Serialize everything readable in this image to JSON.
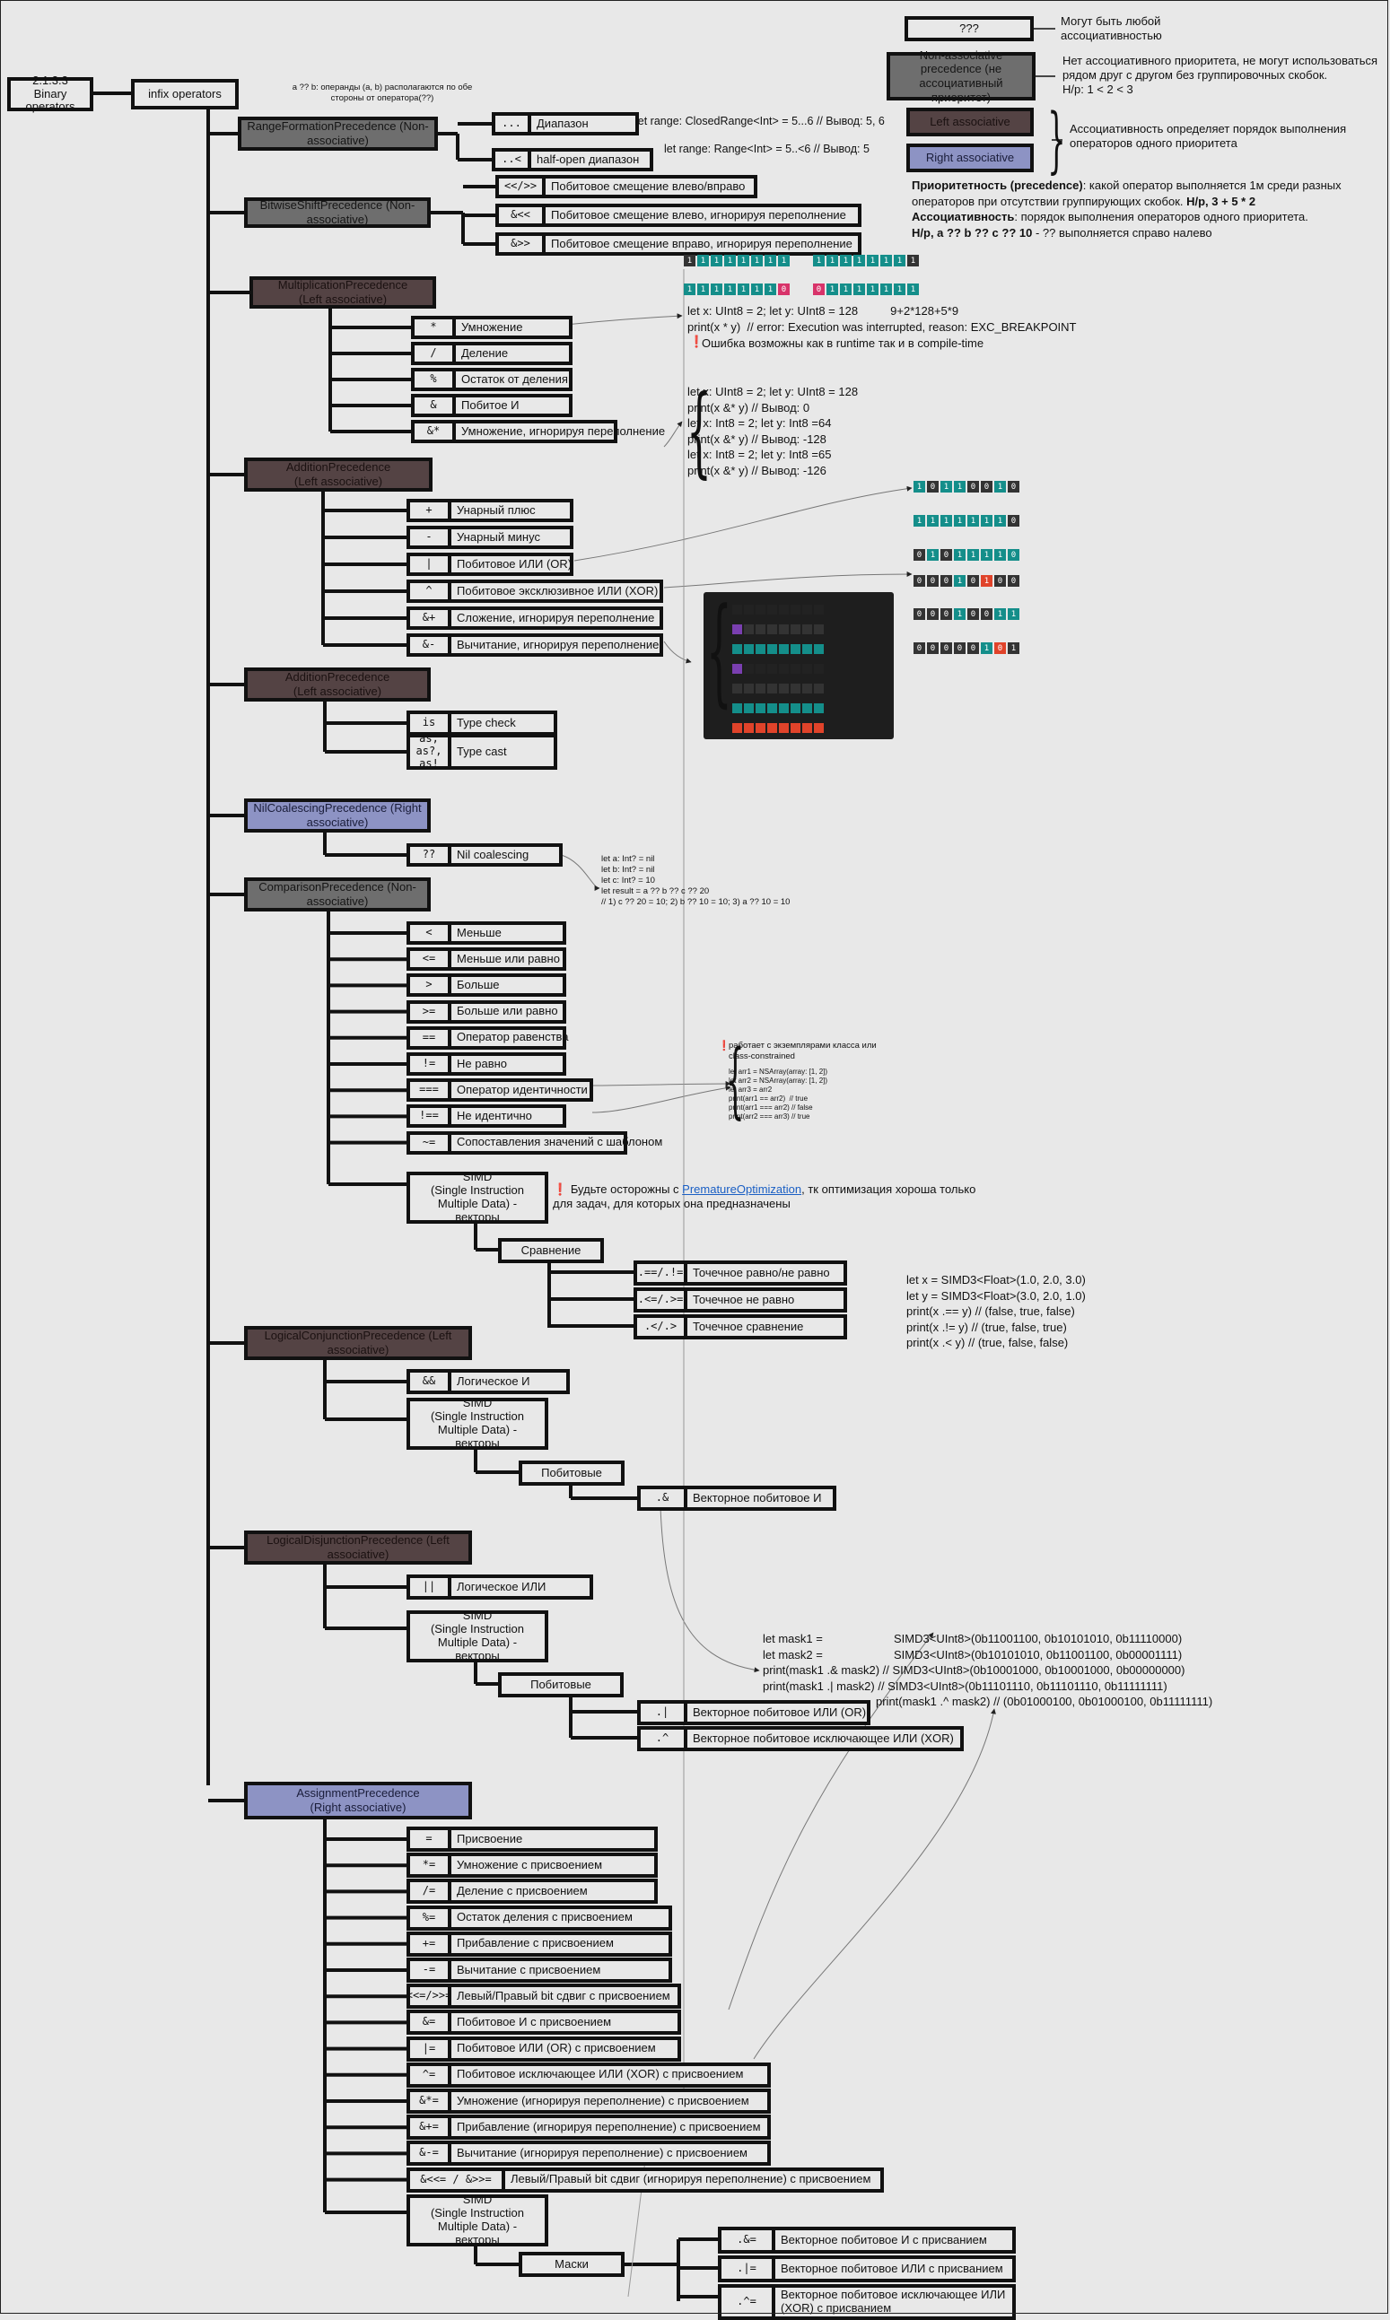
{
  "title": "2.1.3.3 Binary operators",
  "root": "infix operators",
  "root_note": "a ?? b: операнды (a, b) располагаются по обе стороны от оператора(??)",
  "legend": [
    {
      "box": "???",
      "text": "Могут быть любой\nассоциативностью"
    },
    {
      "box": "Non-associative precedence (не ассоциативный приоритет)",
      "text": "Нет ассоциативного приоритета, не могут использоваться\nрядом друг с другом без группировочных скобок.\nН/р: 1 < 2 < 3"
    },
    {
      "box": "Left associative",
      "text": ""
    },
    {
      "box": "Right associative",
      "text": "Ассоциативность определяет порядок выполнения\nоператоров одного приоритета"
    }
  ],
  "precedence_note": {
    "line1_b": "Приоритетность (precedence)",
    "line1": ": какой оператор выполняется 1м среди разных",
    "line2": "операторов при отсутствии группирующих скобок. ",
    "line2_b": "Н/р, 3 + 5 * 2",
    "line3_b": "Ассоциативность",
    "line3": ": порядок выполнения операторов одного приоритета.",
    "line4_b": "Н/р, a ?? b ?? c ?? 10",
    "line4": " - ?? выполняется справо налево"
  },
  "groups": {
    "range": "RangeFormationPrecedence (Non-associative)",
    "shift": "BitwiseShiftPrecedence (Non-associative)",
    "mult": "MultiplicationPrecedence\n(Left associative)",
    "add": "AdditionPrecedence\n(Left associative)",
    "cast": "AdditionPrecedence\n(Left associative)",
    "nil": "NilCoalescingPrecedence (Right associative)",
    "comp": "ComparisonPrecedence (Non-associative)",
    "and": "LogicalConjunctionPrecedence (Left associative)",
    "or": "LogicalDisjunctionPrecedence (Left associative)",
    "assign": "AssignmentPrecedence\n(Right associative)"
  },
  "ops": {
    "range": [
      [
        "...",
        "Диапазон"
      ],
      [
        "..<",
        "half-open диапазон"
      ]
    ],
    "shift": [
      [
        "<</>>",
        "Побитовое смещение влево/вправо"
      ],
      [
        "&<<",
        "Побитовое смещение влево, игнорируя переполнение"
      ],
      [
        "&>>",
        "Побитовое смещение вправо, игнорируя переполнение"
      ]
    ],
    "mult": [
      [
        "*",
        "Умножение"
      ],
      [
        "/",
        "Деление"
      ],
      [
        "%",
        "Остаток от деления"
      ],
      [
        "&",
        "Побитое И"
      ],
      [
        "&*",
        "Умножение, игнорируя переполнение"
      ]
    ],
    "add": [
      [
        "+",
        "Унарный плюс"
      ],
      [
        "-",
        "Унарный минус"
      ],
      [
        "|",
        "Побитовое ИЛИ (OR)"
      ],
      [
        "^",
        "Побитовое эксклюзивное ИЛИ (XOR)"
      ],
      [
        "&+",
        "Сложение, игнорируя переполнение"
      ],
      [
        "&-",
        "Вычитание, игнорируя переполнение"
      ]
    ],
    "cast": [
      [
        "is",
        "Type check"
      ],
      [
        "as, as?, as!",
        "Type cast"
      ]
    ],
    "nil": [
      [
        "??",
        "Nil coalescing"
      ]
    ],
    "comp": [
      [
        "<",
        "Меньше"
      ],
      [
        "<=",
        "Меньше или равно"
      ],
      [
        ">",
        "Больше"
      ],
      [
        ">=",
        "Больше или равно"
      ],
      [
        "==",
        "Оператор равенства"
      ],
      [
        "!=",
        "Не равно"
      ],
      [
        "===",
        "Оператор идентичности"
      ],
      [
        "!==",
        "Не идентично"
      ],
      [
        "~=",
        "Сопоставления значений с шаблоном"
      ]
    ],
    "comp_simd": "SIMD\n(Single Instruction\nMultiple Data) - векторы",
    "comp_simd_sub": "Сравнение",
    "comp_simd_ops": [
      [
        ".==/.!=",
        "Точечное равно/не равно"
      ],
      [
        ".<=/.>=",
        "Точечное не равно"
      ],
      [
        ".</.>",
        "Точечное сравнение"
      ]
    ],
    "and": [
      [
        "&&",
        "Логическое И"
      ]
    ],
    "and_simd": "SIMD\n(Single Instruction\nMultiple Data) - векторы",
    "and_simd_sub": "Побитовые",
    "and_simd_ops": [
      [
        ".&",
        "Векторное побитовое И"
      ]
    ],
    "or": [
      [
        "||",
        "Логическое ИЛИ"
      ]
    ],
    "or_simd": "SIMD\n(Single Instruction\nMultiple Data) - векторы",
    "or_simd_sub": "Побитовые",
    "or_simd_ops": [
      [
        ".|",
        "Векторное побитовое ИЛИ (OR)"
      ],
      [
        ".^",
        "Векторное побитовое исключающее ИЛИ (XOR)"
      ]
    ],
    "assign": [
      [
        "=",
        "Присвоение"
      ],
      [
        "*=",
        "Умножение с присвоением"
      ],
      [
        "/=",
        "Деление с присвоением"
      ],
      [
        "%=",
        "Остаток деления с присвоением"
      ],
      [
        "+=",
        "Прибавление с присвоением"
      ],
      [
        "-=",
        "Вычитание с присвоением"
      ],
      [
        "<<=/>>=",
        "Левый/Правый bit сдвиг с присвоением"
      ],
      [
        "&=",
        "Побитовое И с присвоением"
      ],
      [
        "|=",
        "Побитовое ИЛИ (OR) с присвоением"
      ],
      [
        "^=",
        "Побитовое исключающее ИЛИ (XOR) с присвоением"
      ],
      [
        "&*=",
        "Умножение (игнорируя переполнение) с присвоением"
      ],
      [
        "&+=",
        "Прибавление (игнорируя переполнение) с присвоением"
      ],
      [
        "&-=",
        "Вычитание (игнорируя переполнение) с присвоением"
      ],
      [
        "&<<= / &>>=",
        "Левый/Правый bit сдвиг (игнорируя переполнение) с присвоением"
      ]
    ],
    "assign_simd": "SIMD\n(Single Instruction\nMultiple Data) - векторы",
    "assign_simd_sub": "Маски",
    "assign_simd_ops": [
      [
        ".&=",
        "Векторное побитовое И с присванием"
      ],
      [
        ".|=",
        "Векторное побитовое ИЛИ с присванием"
      ],
      [
        ".^=",
        "Векторное побитовое исключающее ИЛИ (XOR) с присванием"
      ]
    ]
  },
  "notes": {
    "range1": "let range: ClosedRange<Int> = 5...6 // Вывод: 5, 6",
    "range2": "let range: Range<Int> = 5..<6 // Вывод: 5",
    "mult_a": "let x: UInt8 = 2; let y: UInt8 = 128          9+2*128+5*9",
    "mult_b": "print(x * y)  // error: Execution was interrupted, reason: EXC_BREAKPOINT",
    "mult_c": "Ошибка возможны как в runtime так и в compile-time",
    "amp": "let x: UInt8 = 2; let y: UInt8 = 128\nprint(x &* y) // Вывод: 0\nlet x: Int8 = 2; let y: Int8 =64\nprint(x &* y) // Вывод: -128\nlet x: Int8 = 2; let y: Int8 =65\nprint(x &* y) // Вывод: -126",
    "nil": "let a: Int? = nil\nlet b: Int? = nil\nlet c: Int? = 10\nlet result = a ?? b ?? c ?? 20\n// 1) c ?? 20 = 10; 2) b ?? 10 = 10; 3) a ?? 10 = 10",
    "ident_a": "работает с экземплярами класса или\nclass-constrained",
    "ident_b": "let arr1 = NSArray(array: [1, 2])\nlet arr2 = NSArray(array: [1, 2])\nlet arr3 = arr2\nprint(arr1 == arr2)  // true\nprint(arr1 === arr2) // false\nprint(arr2 === arr3) // true",
    "simd_warn_a": "Будьте осторожны с ",
    "simd_warn_link": "PrematureOptimization",
    "simd_warn_b": ", тк оптимизация хороша только\nдля задач, для которых она предназначены",
    "simd_cmp": "let x = SIMD3<Float>(1.0, 2.0, 3.0)\nlet y = SIMD3<Float>(3.0, 2.0, 1.0)\nprint(x .== y) // (false, true, false)\nprint(x .!= y) // (true, false, true)\nprint(x .< y) // (true, false, false)",
    "mask_l": "let mask1 =\nlet mask2 =\nprint(mask1 .& mask2) // SIMD3<UInt8>(0b10001000, 0b10001000, 0b00000000)\nprint(mask1 .| mask2) // SIMD3<UInt8>(0b11101110, 0b11101110, 0b11111111)",
    "mask_r": "SIMD3<UInt8>(0b11001100, 0b10101010, 0b11110000)\nSIMD3<UInt8>(0b10101010, 0b11001100, 0b00001111)",
    "mask_xor": "print(mask1 .^ mask2) // (0b01000100, 0b01000100, 0b11111111)"
  },
  "bit_rows": {
    "shift_a": "11111111",
    "shift_b": "11111110",
    "shift_c": "11111111",
    "shift_d": "01111111",
    "or_1": "10110010",
    "or_2": "11111110",
    "or_3": "01011110",
    "xor_1": "00010100",
    "xor_2": "00010011",
    "xor_3": "00000101"
  },
  "colors": {
    "non": "#6e6e6e",
    "left": "#544344",
    "right": "#8d93c4",
    "teal": "#148e8a",
    "bg": "#e8e8e8"
  }
}
